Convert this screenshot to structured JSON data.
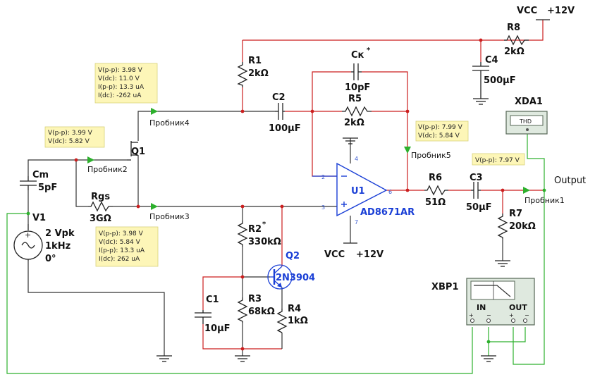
{
  "components": {
    "V1": {
      "ref": "V1",
      "amp": "2 Vpk",
      "freq": "1kHz",
      "phase": "0°"
    },
    "Cm": {
      "ref": "Cm",
      "value": "5pF"
    },
    "Rgs": {
      "ref": "Rgs",
      "value": "3GΩ"
    },
    "Q1": {
      "ref": "Q1"
    },
    "R1": {
      "ref": "R1",
      "value": "2kΩ"
    },
    "C2": {
      "ref": "C2",
      "value": "100µF"
    },
    "Ck": {
      "ref": "Cк",
      "star": "*",
      "value": "10pF"
    },
    "R5": {
      "ref": "R5",
      "value": "2kΩ"
    },
    "U1": {
      "ref": "U1",
      "part": "AD8671AR",
      "pins": {
        "p2": "2",
        "p3": "3",
        "p4": "4",
        "p6": "6",
        "p7": "7"
      }
    },
    "R6": {
      "ref": "R6",
      "value": "51Ω"
    },
    "C3": {
      "ref": "C3",
      "value": "50µF"
    },
    "R7": {
      "ref": "R7",
      "value": "20kΩ"
    },
    "R8": {
      "ref": "R8",
      "value": "2kΩ"
    },
    "C4": {
      "ref": "C4",
      "value": "500µF"
    },
    "R2": {
      "ref": "R2",
      "star": "*",
      "value": "330kΩ"
    },
    "Q2": {
      "ref": "Q2",
      "part": "2N3904"
    },
    "R3": {
      "ref": "R3",
      "value": "68kΩ"
    },
    "R4": {
      "ref": "R4",
      "value": "1kΩ"
    },
    "C1": {
      "ref": "C1",
      "value": "10µF"
    }
  },
  "supplies": {
    "top": {
      "name": "VCC",
      "value": "+12V"
    },
    "bottom": {
      "name": "VCC",
      "value": "+12V"
    }
  },
  "instruments": {
    "xda1": {
      "ref": "XDA1",
      "screen": "THD"
    },
    "xbp1": {
      "ref": "XBP1",
      "in": "IN",
      "out": "OUT",
      "plus": "+",
      "minus": "−"
    }
  },
  "output_label": "Output",
  "probes": {
    "p1": {
      "name": "Пробник1",
      "lines": [
        "V(p-p): 7.97 V"
      ]
    },
    "p2": {
      "name": "Пробник2",
      "lines": [
        "V(p-p): 3.99 V",
        "V(dc): 5.82 V"
      ]
    },
    "p3": {
      "name": "Пробник3",
      "lines": [
        "V(p-p): 3.98 V",
        "V(dc): 5.84 V",
        "I(p-p): 13.3 uA",
        "I(dc): 262 uA"
      ]
    },
    "p4": {
      "name": "Пробник4",
      "lines": [
        "V(p-p): 3.98 V",
        "V(dc): 11.0 V",
        "I(p-p): 13.3 uA",
        "I(dc): -262 uA"
      ]
    },
    "p5": {
      "name": "Пробник5",
      "lines": [
        "V(p-p): 7.99 V",
        "V(dc): 5.84 V"
      ]
    }
  },
  "colors": {
    "wire_red": "#cc1f1f",
    "wire_black": "#333333",
    "wire_green": "#2db02d",
    "label_blue": "#1a3fd6",
    "probe_box": "#fdf6b8"
  }
}
